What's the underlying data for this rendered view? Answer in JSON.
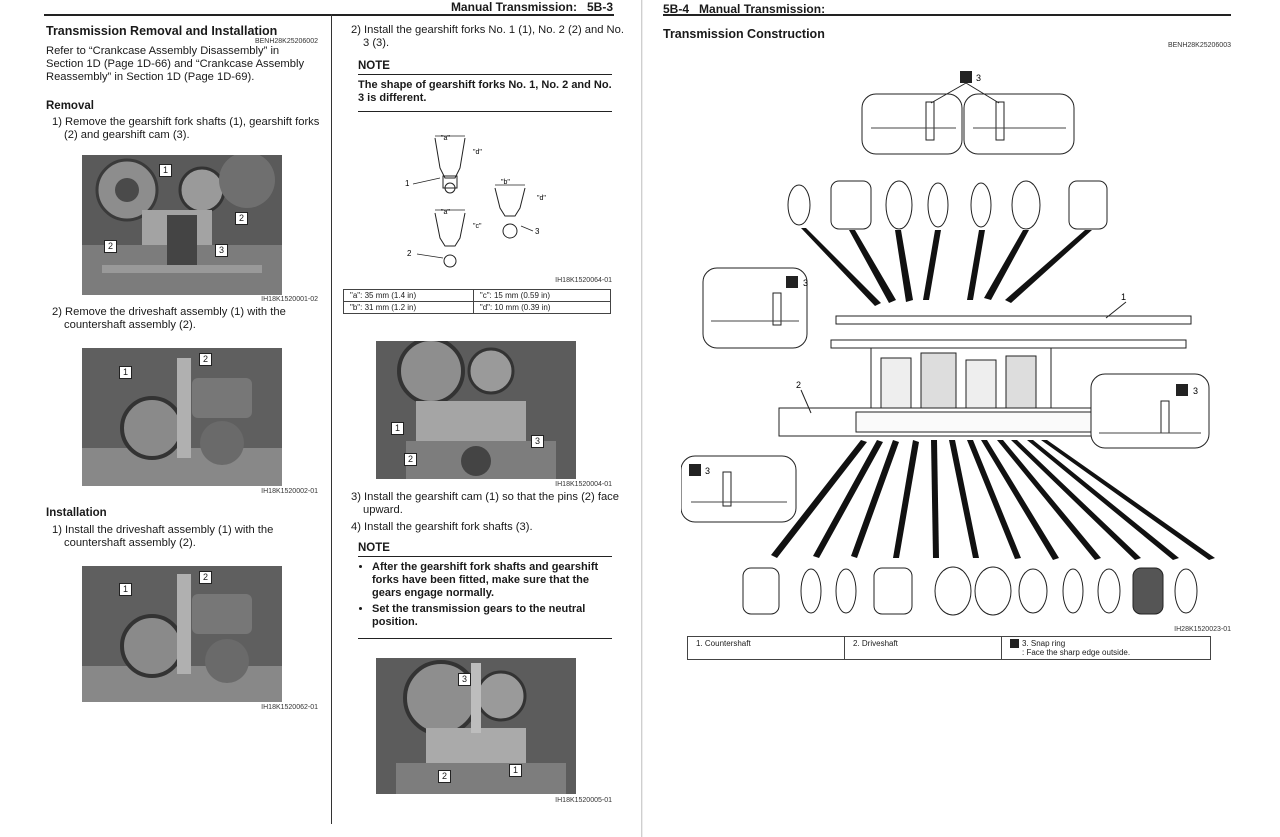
{
  "left_page": {
    "header": {
      "title": "Manual Transmission:",
      "page": "5B-3"
    },
    "col1": {
      "section_title": "Transmission Removal and Installation",
      "section_code": "BENH28K25206002",
      "intro": "Refer to “Crankcase Assembly Disassembly” in Section 1D (Page 1D-66) and “Crankcase Assembly Reassembly” in Section 1D (Page 1D-69).",
      "removal_heading": "Removal",
      "removal_step1": "1) Remove the gearshift fork shafts (1), gearshift forks (2) and gearshift cam (3).",
      "photo1_code": "IH18K1520001-02",
      "removal_step2": "2) Remove the driveshaft assembly (1) with the countershaft assembly (2).",
      "photo2_code": "IH18K1520002-01",
      "installation_heading": "Installation",
      "install_step1": "1) Install the driveshaft assembly (1) with the countershaft assembly (2).",
      "photo3_code": "IH18K1520062-01"
    },
    "col2": {
      "install_step2": "2) Install the gearshift forks No. 1 (1), No. 2 (2) and No. 3 (3).",
      "note1_title": "NOTE",
      "note1_text": "The shape of gearshift forks No. 1, No. 2 and No. 3 is different.",
      "fork_labels": {
        "a": "\"a\"",
        "b": "\"b\"",
        "c": "\"c\"",
        "d": "\"d\"",
        "n1": "1",
        "n2": "2",
        "n3": "3"
      },
      "fork_code": "IH18K1520064-01",
      "dims": [
        [
          "\"a\":  35 mm (1.4 in)",
          "\"c\":  15 mm (0.59 in)"
        ],
        [
          "\"b\":  31 mm (1.2 in)",
          "\"d\":  10 mm (0.39 in)"
        ]
      ],
      "photo4_code": "IH18K1520004-01",
      "install_step3": "3) Install the gearshift cam (1) so that the pins (2) face upward.",
      "install_step4": "4) Install the gearshift fork shafts (3).",
      "note2_title": "NOTE",
      "note2_items": [
        "After the gearshift fork shafts and gearshift forks have been fitted, make sure that the gears engage normally.",
        "Set the transmission gears to the neutral position."
      ],
      "photo5_code": "IH18K1520005-01"
    },
    "callouts": {
      "p1": [
        "1",
        "2",
        "2",
        "3"
      ],
      "p2": [
        "1",
        "2"
      ],
      "p3": [
        "1",
        "2"
      ],
      "p4": [
        "1",
        "2",
        "3"
      ],
      "p5": [
        "3",
        "2",
        "1"
      ]
    }
  },
  "right_page": {
    "header": {
      "page": "5B-4",
      "title": "Manual Transmission:"
    },
    "section_title": "Transmission Construction",
    "section_code": "BENH28K25206003",
    "diagram_code": "IH28K1520023-01",
    "diagram_labels": {
      "shaft1": "1",
      "shaft2": "2",
      "snap": "3"
    },
    "legend": {
      "item1": "1.  Countershaft",
      "item2": "2.  Driveshaft",
      "item3_title": "3.  Snap ring",
      "item3_note": ": Face the sharp edge outside."
    }
  }
}
